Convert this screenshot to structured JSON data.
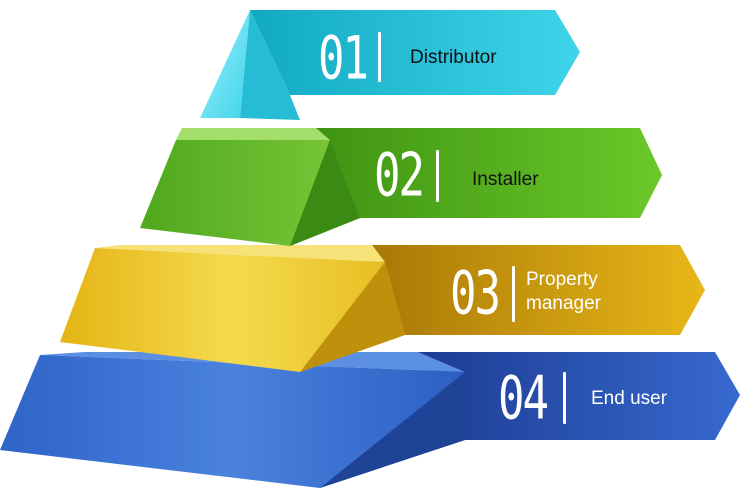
{
  "levels": [
    {
      "number": "01",
      "label": "Distributor",
      "colors": {
        "arrow": "#27c8de",
        "arrow_dark": "#11a9c2",
        "front": "#3fd4ea",
        "side": "#8ae8f5"
      }
    },
    {
      "number": "02",
      "label": "Installer",
      "colors": {
        "arrow": "#5ab81a",
        "arrow_dark": "#3e9412",
        "front": "#64b92a",
        "side": "#3f8f16"
      }
    },
    {
      "number": "03",
      "label_lines": [
        "Property",
        "manager"
      ],
      "colors": {
        "arrow": "#d9a80e",
        "arrow_dark": "#b07f08",
        "front": "#f0c92a",
        "side": "#c99a10"
      }
    },
    {
      "number": "04",
      "label": "End user",
      "colors": {
        "arrow": "#2f5fc2",
        "arrow_dark": "#1e3f96",
        "front": "#3d74d6",
        "side": "#23459a"
      }
    }
  ]
}
